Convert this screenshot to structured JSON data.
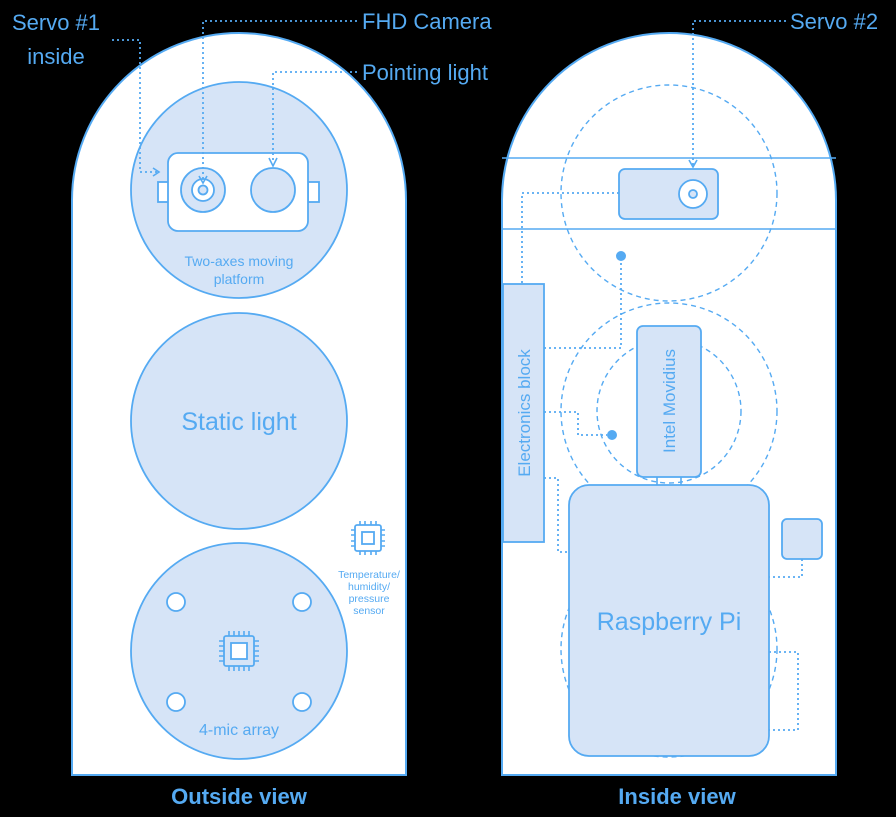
{
  "callouts": {
    "servo1_line1": "Servo #1",
    "servo1_line2": "inside",
    "fhd_camera": "FHD Camera",
    "pointing_light": "Pointing light",
    "servo2": "Servo #2"
  },
  "outside": {
    "platform_line1": "Two-axes moving",
    "platform_line2": "platform",
    "static_light": "Static light",
    "sensor_line1": "Temperature/",
    "sensor_line2": "humidity/",
    "sensor_line3": "pressure",
    "sensor_line4": "sensor",
    "mic_array": "4-mic array",
    "caption": "Outside view"
  },
  "inside": {
    "electronics_block": "Electronics block",
    "intel_movidius": "Intel Movidius",
    "raspberry_pi": "Raspberry Pi",
    "caption": "Inside view"
  },
  "colors": {
    "accent": "#55aaf2",
    "fill": "#d6e4f7",
    "background": "#000000",
    "panel": "#ffffff"
  }
}
